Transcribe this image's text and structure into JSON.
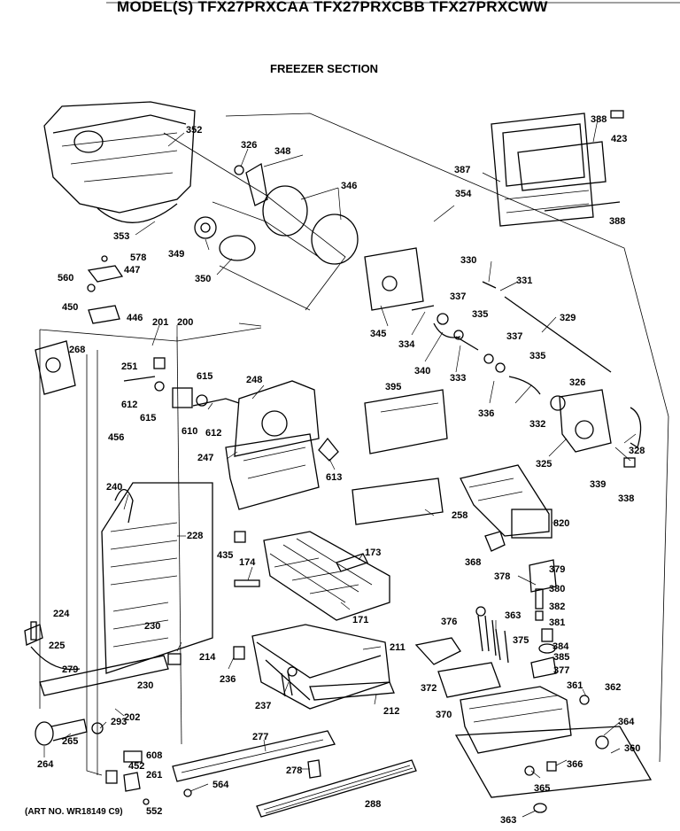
{
  "header": {
    "model_title": "MODEL(S) TFX27PRXCAA  TFX27PRXCBB  TFX27PRXCWW",
    "section_title": "FREEZER SECTION"
  },
  "footer": {
    "art_number": "(ART NO. WR18149 C9)"
  },
  "callouts": [
    "352",
    "326",
    "348",
    "346",
    "388",
    "423",
    "387",
    "354",
    "388",
    "353",
    "349",
    "350",
    "578",
    "447",
    "560",
    "450",
    "446",
    "345",
    "334",
    "337",
    "335",
    "330",
    "331",
    "329",
    "340",
    "333",
    "337",
    "335",
    "326",
    "336",
    "332",
    "201",
    "200",
    "268",
    "251",
    "615",
    "612",
    "615",
    "610",
    "248",
    "612",
    "395",
    "456",
    "247",
    "613",
    "328",
    "325",
    "339",
    "338",
    "240",
    "228",
    "258",
    "820",
    "368",
    "435",
    "174",
    "173",
    "224",
    "225",
    "230",
    "171",
    "378",
    "379",
    "380",
    "382",
    "376",
    "363",
    "375",
    "381",
    "279",
    "230",
    "214",
    "236",
    "211",
    "384",
    "385",
    "377",
    "372",
    "361",
    "362",
    "237",
    "293",
    "202",
    "212",
    "370",
    "265",
    "264",
    "277",
    "608",
    "452",
    "261",
    "364",
    "278",
    "360",
    "366",
    "365",
    "564",
    "552",
    "288",
    "363"
  ]
}
